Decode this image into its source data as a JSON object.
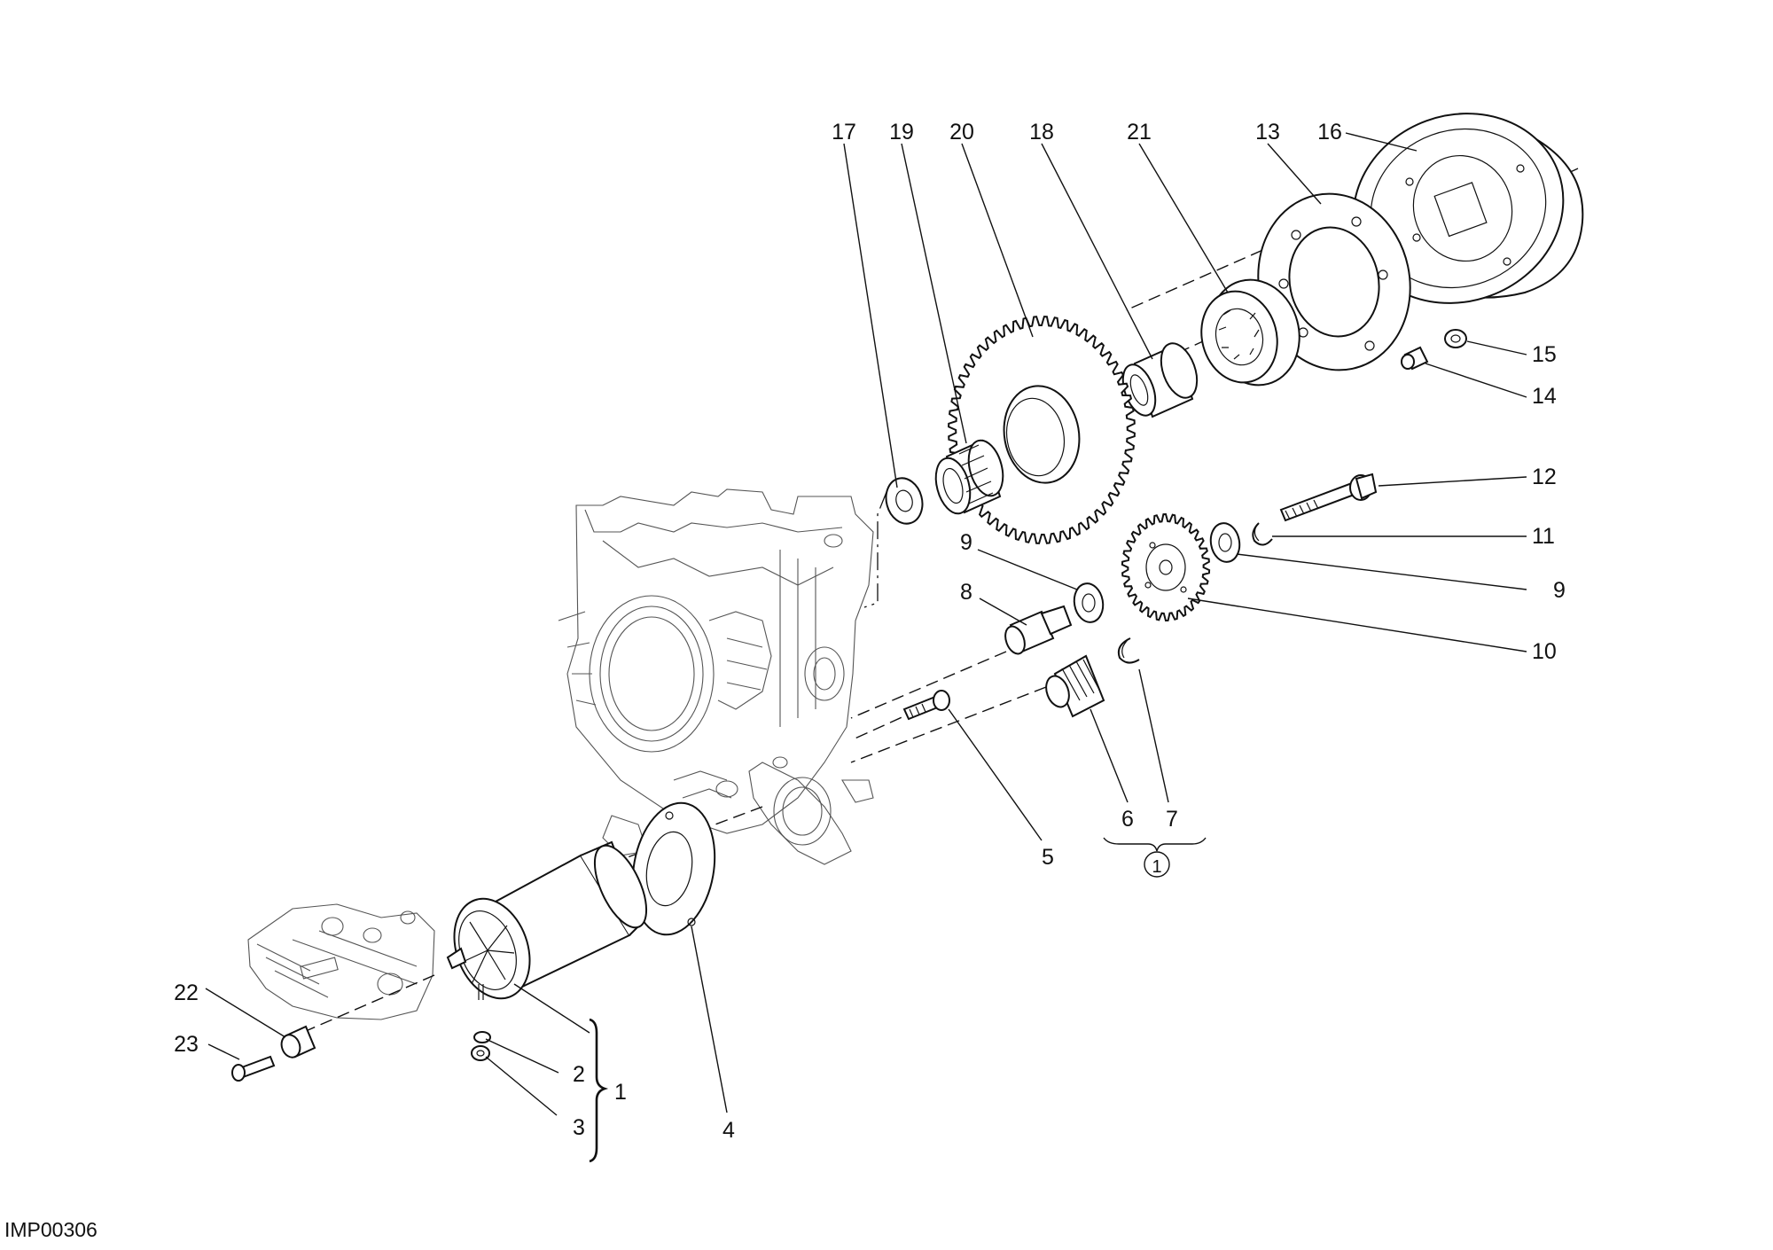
{
  "drawing_id": "IMP00306",
  "callouts": [
    {
      "key": "c17",
      "text": "17"
    },
    {
      "key": "c19",
      "text": "19"
    },
    {
      "key": "c20",
      "text": "20"
    },
    {
      "key": "c18",
      "text": "18"
    },
    {
      "key": "c21",
      "text": "21"
    },
    {
      "key": "c13",
      "text": "13"
    },
    {
      "key": "c16",
      "text": "16"
    },
    {
      "key": "c15",
      "text": "15"
    },
    {
      "key": "c14",
      "text": "14"
    },
    {
      "key": "c12",
      "text": "12"
    },
    {
      "key": "c11",
      "text": "11"
    },
    {
      "key": "c9a",
      "text": "9"
    },
    {
      "key": "c9b",
      "text": "9"
    },
    {
      "key": "c10",
      "text": "10"
    },
    {
      "key": "c8",
      "text": "8"
    },
    {
      "key": "c5",
      "text": "5"
    },
    {
      "key": "c6",
      "text": "6"
    },
    {
      "key": "c7",
      "text": "7"
    },
    {
      "key": "c4",
      "text": "4"
    },
    {
      "key": "c2",
      "text": "2"
    },
    {
      "key": "c3",
      "text": "3"
    },
    {
      "key": "c1",
      "text": "1"
    },
    {
      "key": "c22",
      "text": "22"
    },
    {
      "key": "c23",
      "text": "23"
    }
  ],
  "group_mark": "1",
  "colors": {
    "ink": "#111111",
    "paper": "#ffffff"
  }
}
